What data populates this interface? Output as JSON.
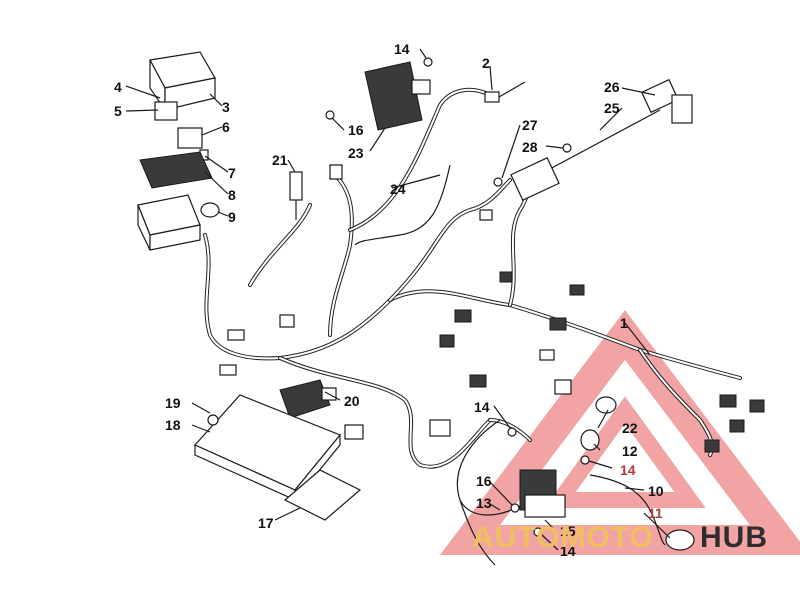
{
  "callouts": {
    "c1": "1",
    "c2": "2",
    "c3": "3",
    "c4": "4",
    "c5": "5",
    "c6": "6",
    "c7": "7",
    "c8": "8",
    "c9": "9",
    "c10": "10",
    "c11": "11",
    "c12": "12",
    "c13": "13",
    "c14a": "14",
    "c14b": "14",
    "c14c": "14",
    "c14d": "14",
    "c15": "15",
    "c16a": "16",
    "c16b": "16",
    "c17": "17",
    "c18": "18",
    "c19": "19",
    "c20": "20",
    "c21": "21",
    "c22": "22",
    "c23": "23",
    "c24": "24",
    "c25": "25",
    "c26": "26",
    "c27": "27",
    "c28": "28"
  },
  "watermark": {
    "part1": "AUTOMOTO",
    "part2": "HUB",
    "color_part1": "#f0c060",
    "color_part2": "#2d2d2d",
    "logo_color": "#e85a5a"
  }
}
